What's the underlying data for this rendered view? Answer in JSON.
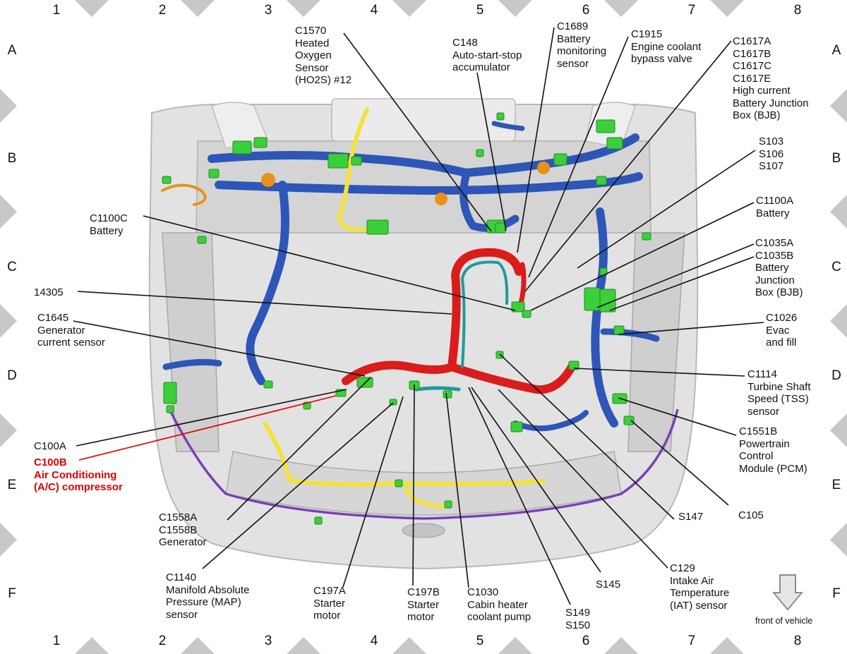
{
  "grid": {
    "columns": [
      "1",
      "2",
      "3",
      "4",
      "5",
      "6",
      "7",
      "8"
    ],
    "rows": [
      "A",
      "B",
      "C",
      "D",
      "E",
      "F"
    ]
  },
  "orientation": {
    "note": "front of vehicle",
    "icon": "down-arrow-icon"
  },
  "colors": {
    "blue_harness": "#2e56b8",
    "red_harness": "#d91c1c",
    "teal_harness": "#1f9a9a",
    "yellow_harness": "#f2e23a",
    "purple_harness": "#7b3fb5",
    "orange_harness": "#e8921a",
    "connector": "#3ccf3c",
    "label_highlight": "#e00000",
    "body_structure": "#dcdcdc",
    "border_diamond": "#c8c8c8"
  },
  "callouts": {
    "c1570": [
      "C1570",
      "Heated",
      "Oxygen",
      "Sensor",
      "(HO2S) #12"
    ],
    "c148": [
      "C148",
      "Auto-start-stop",
      "accumulator"
    ],
    "c1689": [
      "C1689",
      "Battery",
      "monitoring",
      "sensor"
    ],
    "c1915": [
      "C1915",
      "Engine coolant",
      "bypass valve"
    ],
    "c1617": [
      "C1617A",
      "C1617B",
      "C1617C",
      "C1617E",
      "High current",
      "Battery Junction",
      "Box (BJB)"
    ],
    "s103": [
      "S103",
      "S106",
      "S107"
    ],
    "c1100a": [
      "C1100A",
      "Battery"
    ],
    "c1035": [
      "C1035A",
      "C1035B",
      "Battery",
      "Junction",
      "Box (BJB)"
    ],
    "c1026": [
      "C1026",
      "Evac",
      "and fill"
    ],
    "c1114": [
      "C1114",
      "Turbine Shaft",
      "Speed (TSS)",
      "sensor"
    ],
    "c1551b": [
      "C1551B",
      "Powertrain",
      "Control",
      "Module (PCM)"
    ],
    "c105": [
      "C105"
    ],
    "s147": [
      "S147"
    ],
    "c129": [
      "C129",
      "Intake Air",
      "Temperature",
      "(IAT) sensor"
    ],
    "s145": [
      "S145"
    ],
    "s149": [
      "S149",
      "S150"
    ],
    "c1030": [
      "C1030",
      "Cabin heater",
      "coolant pump"
    ],
    "c197b": [
      "C197B",
      "Starter",
      "motor"
    ],
    "c197a": [
      "C197A",
      "Starter",
      "motor"
    ],
    "c1140": [
      "C1140",
      "Manifold Absolute",
      "Pressure (MAP)",
      "sensor"
    ],
    "c1558": [
      "C1558A",
      "C1558B",
      "Generator"
    ],
    "c100a": [
      "C100A"
    ],
    "c100b": [
      "C100B",
      "Air Conditioning",
      "(A/C) compressor"
    ],
    "c1645": [
      "C1645",
      "Generator",
      "current sensor"
    ],
    "p14305": [
      "14305"
    ],
    "c1100c": [
      "C1100C",
      "Battery"
    ]
  }
}
